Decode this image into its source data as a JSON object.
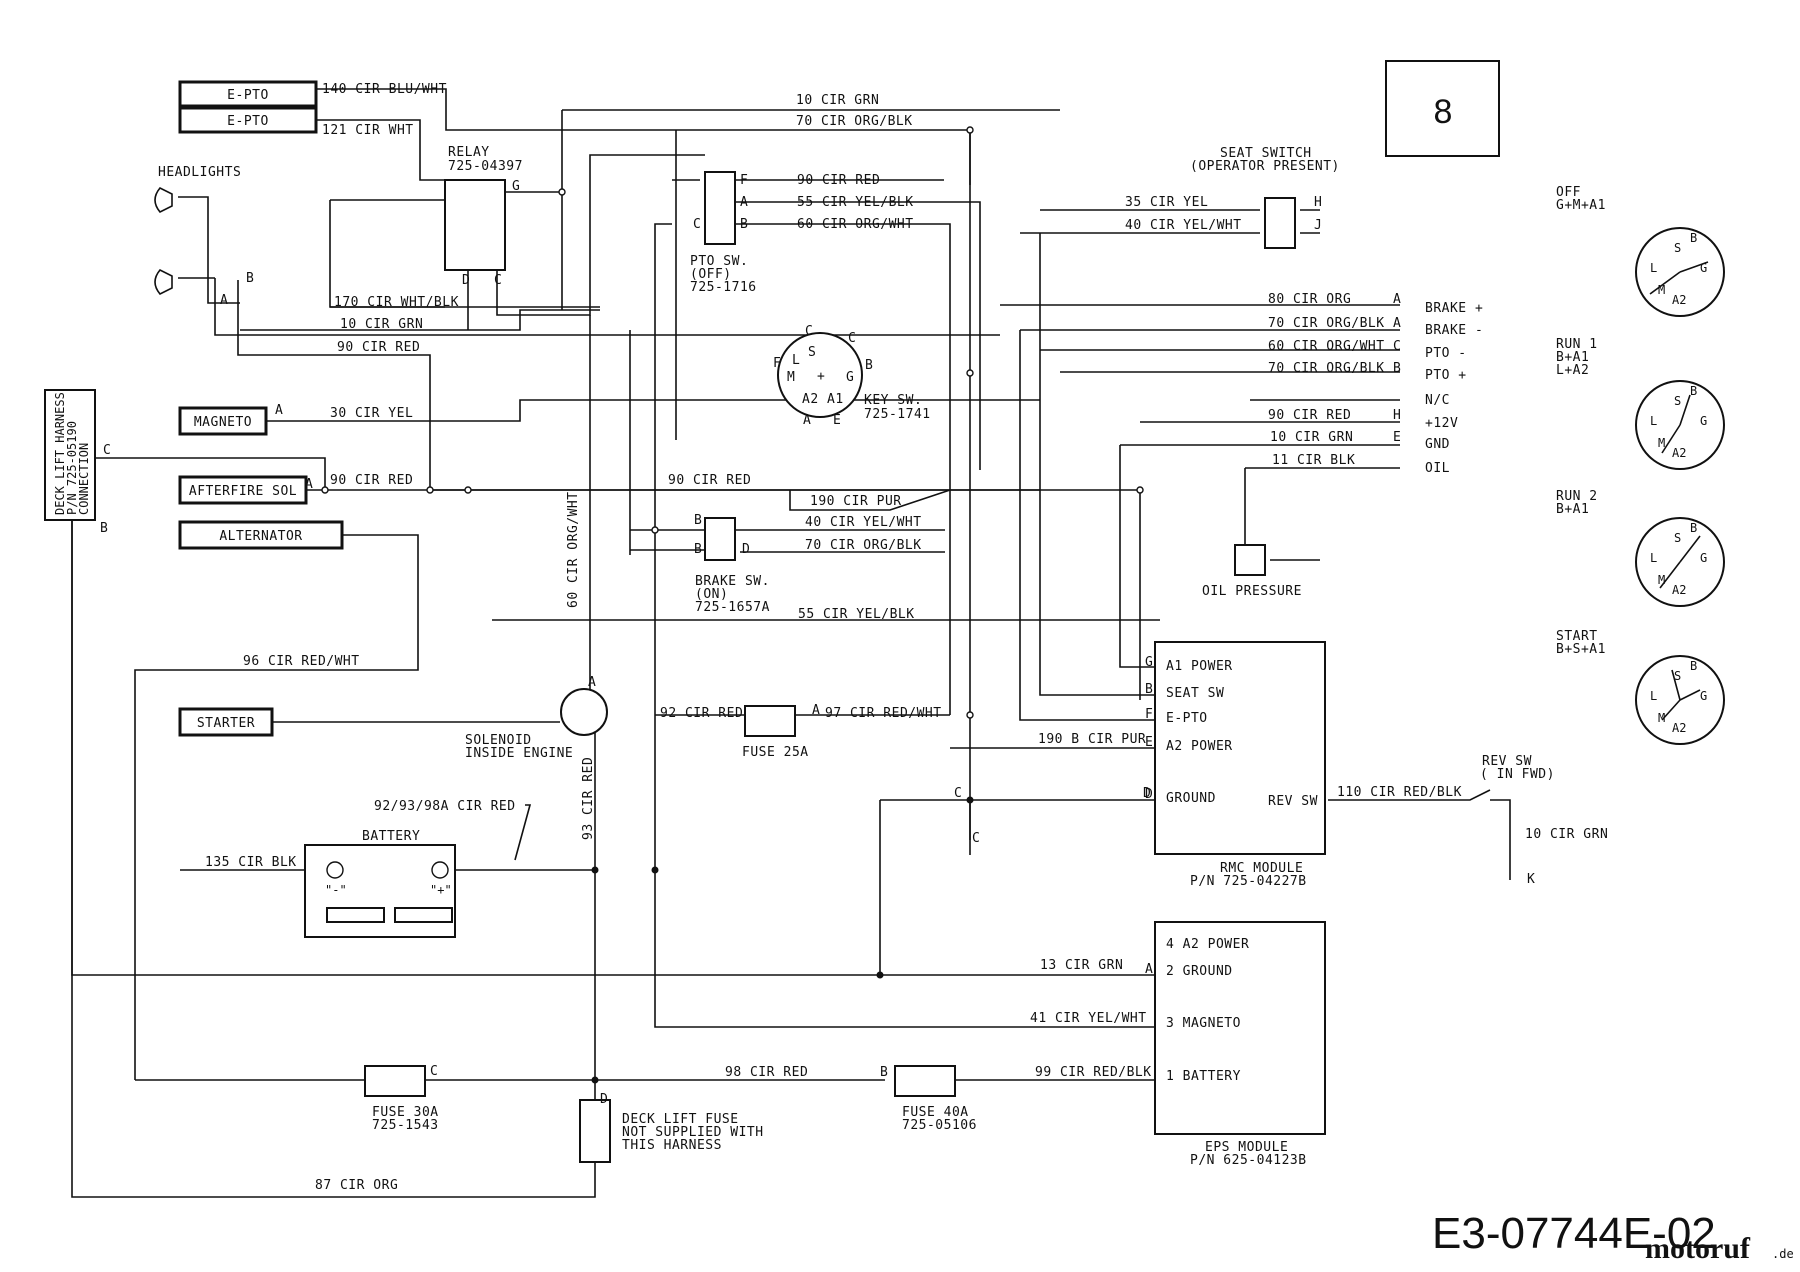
{
  "page_number": "8",
  "diagram_id": "E3-07744E-02",
  "watermark": {
    "brand": "motoruf",
    "suffix": ".de",
    "color": "#c9a227",
    "accent": "#4a7fc0"
  },
  "components": {
    "epto_top": "E-PTO",
    "epto_bottom": "E-PTO",
    "headlights": "HEADLIGHTS",
    "relay": [
      "RELAY",
      "725-04397"
    ],
    "magneto": "MAGNETO",
    "afterfire": "AFTERFIRE SOL",
    "alternator": "ALTERNATOR",
    "starter": "STARTER",
    "deck_lift_harness": [
      "DECK LIFT HARNESS",
      "P/N 725-05190",
      "CONNECTION"
    ],
    "pto_switch": [
      "PTO SW.",
      "(OFF)",
      "725-1716"
    ],
    "key_switch": [
      "KEY SW.",
      "725-1741"
    ],
    "brake_switch": [
      "BRAKE SW.",
      "(ON)",
      "725-1657A"
    ],
    "seat_switch": [
      "SEAT SWITCH",
      "(OPERATOR PRESENT)"
    ],
    "solenoid": [
      "SOLENOID",
      "INSIDE ENGINE"
    ],
    "battery": "BATTERY",
    "battery_neg": "\"-\"",
    "battery_pos": "\"+\"",
    "fuse_25": "FUSE 25A",
    "fuse_30": [
      "FUSE 30A",
      "725-1543"
    ],
    "fuse_40": [
      "FUSE 40A",
      "725-05106"
    ],
    "deck_fuse": [
      "DECK LIFT FUSE",
      "NOT SUPPLIED WITH",
      "THIS HARNESS"
    ],
    "oil_pressure": "OIL PRESSURE",
    "rmc_module": [
      "RMC MODULE",
      "P/N 725-04227B"
    ],
    "eps_module": [
      "EPS MODULE",
      "P/N 625-04123B"
    ],
    "rev_switch": [
      "REV SW",
      "( IN FWD)"
    ]
  },
  "rmc_pins": [
    {
      "pin": "G",
      "label": "A1 POWER"
    },
    {
      "pin": "B",
      "label": "SEAT SW"
    },
    {
      "pin": "F",
      "label": "E-PTO"
    },
    {
      "pin": "E",
      "label": "A2 POWER"
    },
    {
      "pin": "D",
      "label": "GROUND"
    }
  ],
  "rmc_rev": "REV SW",
  "eps_pins": [
    "4 A2 POWER",
    "2 GROUND",
    "3 MAGNETO",
    "1 BATTERY"
  ],
  "connector_labels": [
    "BRAKE +",
    "BRAKE -",
    "PTO -",
    "PTO +",
    "N/C",
    "+12V",
    "GND",
    "OIL"
  ],
  "connector_pins": [
    "A",
    "A",
    "C",
    "B",
    "H",
    "E"
  ],
  "key_positions": [
    {
      "name": "OFF",
      "detail": [
        "G+M+A1"
      ]
    },
    {
      "name": "RUN 1",
      "detail": [
        "B+A1",
        "L+A2"
      ]
    },
    {
      "name": "RUN 2",
      "detail": [
        "B+A1"
      ]
    },
    {
      "name": "START",
      "detail": [
        "B+S+A1"
      ]
    }
  ],
  "dial_letters": {
    "s": "S",
    "b": "B",
    "l": "L",
    "g": "G",
    "m": "M",
    "a2": "A2"
  },
  "key_terminals": {
    "c": "C",
    "s": "S",
    "l": "L",
    "f": "F",
    "m": "M",
    "plus": "+",
    "g": "G",
    "b": "B",
    "a2": "A2",
    "a1": "A1",
    "a": "A",
    "e": "E"
  },
  "pin_letters": {
    "a": "A",
    "b": "B",
    "c": "C",
    "d": "D",
    "e": "E",
    "f": "F",
    "g": "G",
    "h": "H",
    "j": "J",
    "k": "K"
  },
  "wires": {
    "w140": "140 CIR BLU/WHT",
    "w121": "121 CIR WHT",
    "w10grn_top": "10 CIR GRN",
    "w70_top": "70 CIR ORG/BLK",
    "w90_pto": "90 CIR RED",
    "w55_pto": "55 CIR YEL/BLK",
    "w60_pto": "60 CIR ORG/WHT",
    "w35": "35 CIR YEL",
    "w40_seat": "40 CIR YEL/WHT",
    "w170": "170 CIR WHT/BLK",
    "w10grn_mid": "10 CIR GRN",
    "w90_mid": "90 CIR RED",
    "w30": "30 CIR YEL",
    "w90_after": "90 CIR RED",
    "w90_key": "90 CIR RED",
    "w190": "190 CIR PUR",
    "w40_brake": "40 CIR YEL/WHT",
    "w70_brake": "70 CIR ORG/BLK",
    "w55_low": "55 CIR YEL/BLK",
    "w60_vert": "60 CIR ORG/WHT",
    "w80": "80 CIR ORG",
    "w70_r1": "70 CIR ORG/BLK",
    "w60_r": "60 CIR ORG/WHT",
    "w70_r2": "70 CIR ORG/BLK",
    "w90_r": "90 CIR RED",
    "w10_r": "10 CIR GRN",
    "w11": "11 CIR BLK",
    "w96": "96 CIR RED/WHT",
    "w92": "92 CIR RED",
    "w97": "97 CIR RED/WHT",
    "w190b": "190 B CIR PUR",
    "w110": "110 CIR RED/BLK",
    "w10_rev": "10 CIR GRN",
    "w9298": "92/93/98A CIR RED",
    "w93": "93 CIR RED",
    "w135": "135 CIR BLK",
    "w13": "13 CIR GRN",
    "w41": "41 CIR YEL/WHT",
    "w98": "98 CIR RED",
    "w99": "99 CIR RED/BLK",
    "w87": "87 CIR ORG"
  }
}
